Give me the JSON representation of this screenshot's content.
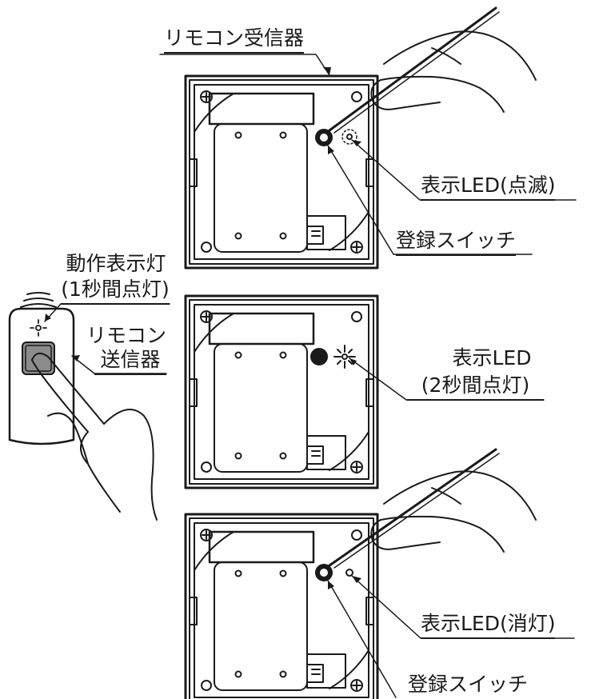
{
  "labels": {
    "remote_receiver": "リモコン受信器",
    "display_led_blinking": "表示LED(点滅)",
    "register_switch_top": "登録スイッチ",
    "operation_lamp_line1": "動作表示灯",
    "operation_lamp_line2": "(1秒間点灯)",
    "remote_transmitter_line1": "リモコン",
    "remote_transmitter_line2": "送信器",
    "display_led_line1": "表示LED",
    "display_led_line2": "(2秒間点灯)",
    "display_led_off": "表示LED(消灯)",
    "register_switch_bottom": "登録スイッチ"
  },
  "colors": {
    "ink": "#1a1a1a",
    "paper": "#ffffff",
    "button": "#8c8c8c"
  }
}
